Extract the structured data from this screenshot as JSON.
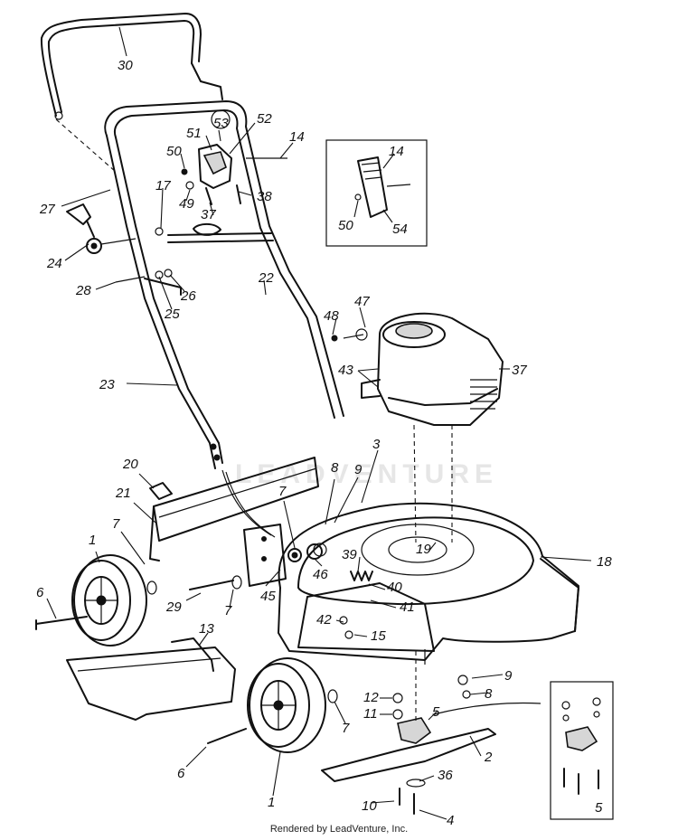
{
  "diagram": {
    "labels": [
      "30",
      "53",
      "52",
      "51",
      "14",
      "50",
      "17",
      "38",
      "49",
      "37",
      "27",
      "24",
      "28",
      "26",
      "25",
      "22",
      "23",
      "14",
      "50",
      "54",
      "47",
      "48",
      "43",
      "37",
      "3",
      "20",
      "8",
      "9",
      "21",
      "7",
      "1",
      "7",
      "46",
      "19",
      "39",
      "18",
      "40",
      "6",
      "29",
      "7",
      "45",
      "41",
      "42",
      "15",
      "13",
      "9",
      "8",
      "12",
      "11",
      "5",
      "7",
      "2",
      "6",
      "36",
      "1",
      "10",
      "4",
      "5"
    ],
    "watermark": "LEADVENTURE"
  },
  "footer": "Rendered by LeadVenture, Inc."
}
